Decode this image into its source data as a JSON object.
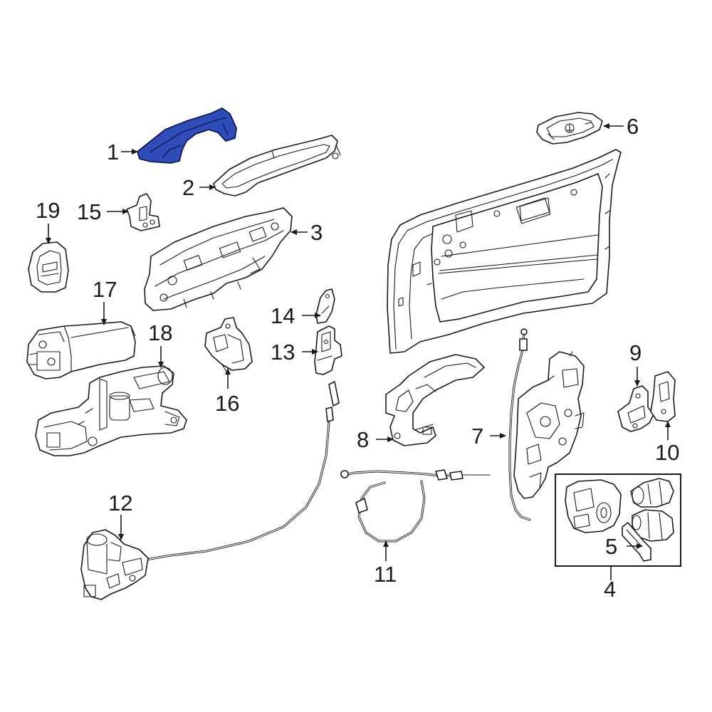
{
  "callouts": {
    "c1": "1",
    "c2": "2",
    "c3": "3",
    "c4": "4",
    "c5": "5",
    "c6": "6",
    "c7": "7",
    "c8": "8",
    "c9": "9",
    "c10": "10",
    "c11": "11",
    "c12": "12",
    "c13": "13",
    "c14": "14",
    "c15": "15",
    "c16": "16",
    "c17": "17",
    "c18": "18",
    "c19": "19"
  },
  "colors": {
    "highlight": "#2f4db8",
    "line": "#1a1a1a",
    "background": "#ffffff"
  }
}
